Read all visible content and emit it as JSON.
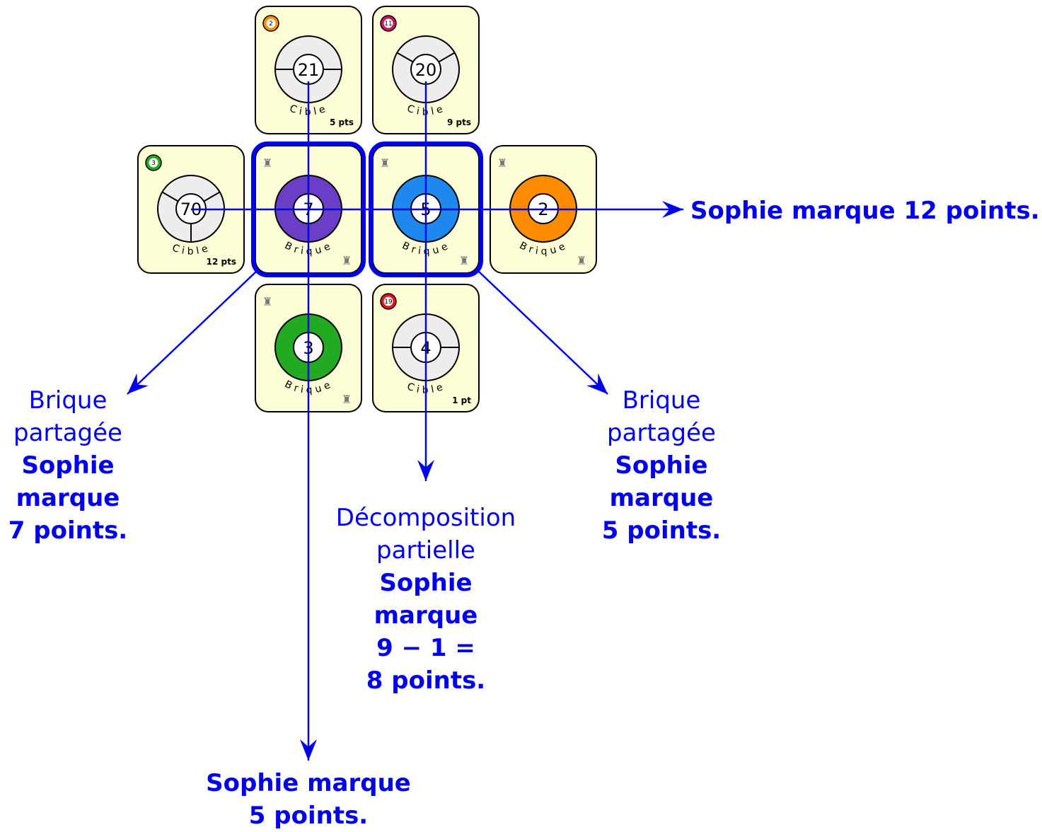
{
  "cards": [
    {
      "id": "top-left",
      "type": "cible",
      "value": "21",
      "label": "Cible",
      "points": "5 pts",
      "badge": "2",
      "badge_color": "#ff8c00",
      "split": 2
    },
    {
      "id": "top-right",
      "type": "cible",
      "value": "20",
      "label": "Cible",
      "points": "9 pts",
      "badge": "11",
      "badge_color": "#cc1166",
      "split": 3
    },
    {
      "id": "mid-far-left",
      "type": "cible",
      "value": "70",
      "label": "Cible",
      "points": "12 pts",
      "badge": "3",
      "badge_color": "#22aa22",
      "split": 3
    },
    {
      "id": "mid-left",
      "type": "brique",
      "value": "7",
      "label": "Brique",
      "ring_color": "#6a3ec6"
    },
    {
      "id": "mid-right",
      "type": "brique",
      "value": "5",
      "label": "Brique",
      "ring_color": "#1e88ee"
    },
    {
      "id": "mid-far-right",
      "type": "brique",
      "value": "2",
      "label": "Brique",
      "ring_color": "#ff8c00"
    },
    {
      "id": "bottom-left",
      "type": "brique",
      "value": "3",
      "label": "Brique",
      "ring_color": "#22aa22"
    },
    {
      "id": "bottom-right",
      "type": "cible",
      "value": "4",
      "label": "Cible",
      "points": "1 pt",
      "badge": "19",
      "badge_color": "#ee1111",
      "split": 2
    }
  ],
  "annotations": {
    "row": {
      "bold": "Sophie marque 12 points."
    },
    "left_diag": {
      "normal": [
        "Brique",
        "partagée"
      ],
      "bold": [
        "Sophie",
        "marque",
        "7 points."
      ]
    },
    "right_diag": {
      "normal": [
        "Brique",
        "partagée"
      ],
      "bold": [
        "Sophie",
        "marque",
        "5 points."
      ]
    },
    "col_right": {
      "normal": [
        "Décomposition",
        "partielle"
      ],
      "bold": [
        "Sophie",
        "marque",
        "9 − 1 =",
        "8 points."
      ]
    },
    "col_left": {
      "bold": [
        "Sophie marque",
        "5 points."
      ]
    }
  },
  "colors": {
    "annotation": "#0000ee",
    "card_bg": "#fdfdd6",
    "highlight": "#0000ee"
  }
}
